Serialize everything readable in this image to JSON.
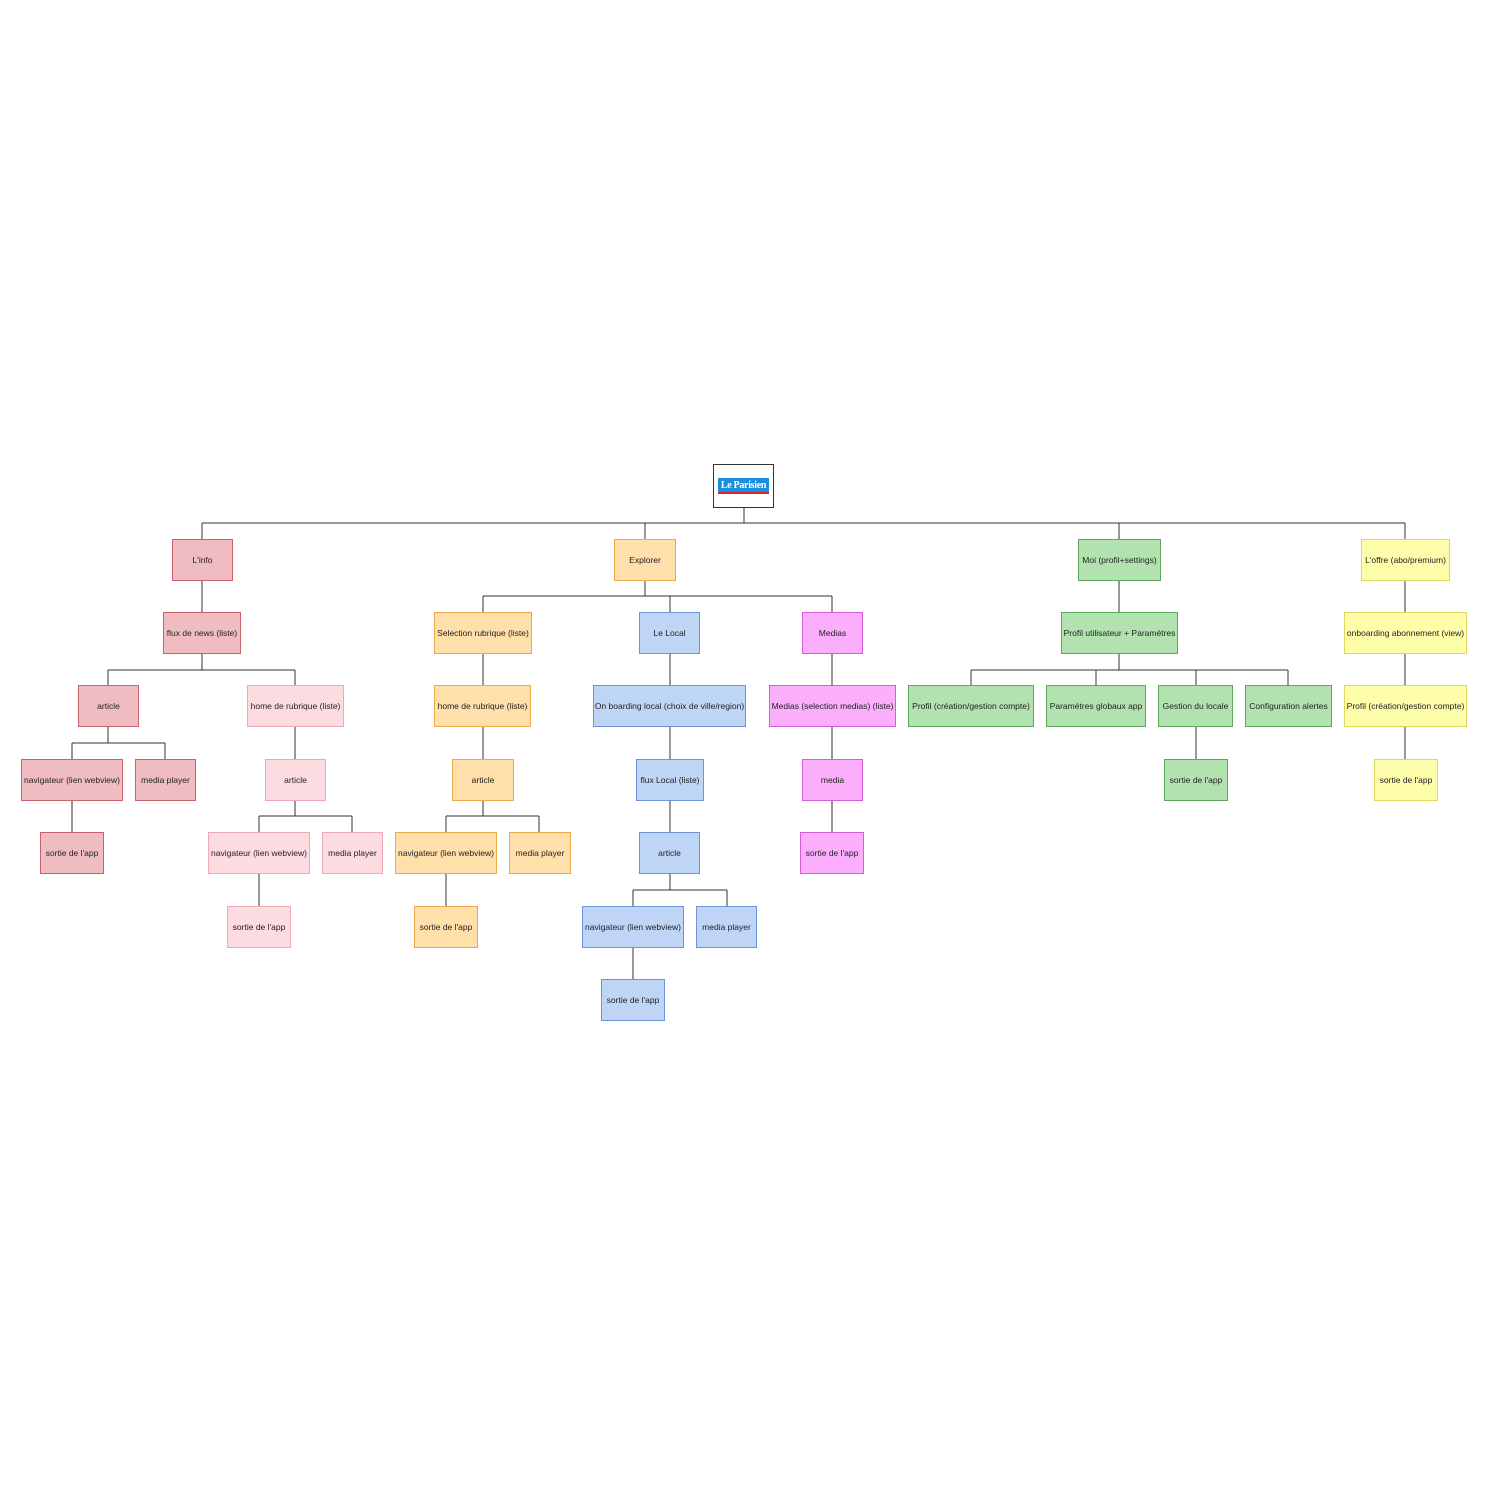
{
  "root": {
    "logo_text": "Le Parisien"
  },
  "colors": {
    "pink_dark": "#efbcc1",
    "pink_light": "#fcdbe1",
    "orange": "#ffdfaa",
    "blue": "#bfd5f5",
    "magenta": "#fbaefb",
    "green": "#b2e2b0",
    "yellow": "#fefeaa",
    "connector": "#333333"
  },
  "nodes": {
    "info": "L'info",
    "info_flux": "flux de news (liste)",
    "info_article": "article",
    "info_article_nav": "navigateur (lien webview)",
    "info_article_media": "media player",
    "info_article_exit": "sortie de l'app",
    "info_home": "home de rubrique (liste)",
    "info_home_article": "article",
    "info_home_nav": "navigateur (lien webview)",
    "info_home_media": "media player",
    "info_home_exit": "sortie de l'app",
    "explorer": "Explorer",
    "exp_selection": "Selection rubrique (liste)",
    "exp_home": "home de rubrique (liste)",
    "exp_article": "article",
    "exp_nav": "navigateur (lien webview)",
    "exp_media": "media player",
    "exp_exit": "sortie de l'app",
    "exp_local": "Le Local",
    "loc_onboarding": "On boarding local (choix de ville/region)",
    "loc_flux": "flux Local (liste)",
    "loc_article": "article",
    "loc_nav": "navigateur (lien webview)",
    "loc_media": "media player",
    "loc_exit": "sortie de l'app",
    "exp_medias": "Medias",
    "med_selection": "Medias (selection medias) (liste)",
    "med_media": "media",
    "med_exit": "sortie de l'app",
    "moi": "Moi (profil+settings)",
    "moi_profil_params": "Profil utilisateur + Paramétres",
    "moi_profil": "Profil  (création/gestion compte)",
    "moi_params": "Paramétres globaux app",
    "moi_locale": "Gestion du locale",
    "moi_locale_exit": "sortie de l'app",
    "moi_alertes": "Configuration alertes",
    "offre": "L'offre (abo/premium)",
    "offre_onboarding": "onboarding abonnement (view)",
    "offre_profil": "Profil (création/gestion compte)",
    "offre_exit": "sortie de l'app"
  }
}
